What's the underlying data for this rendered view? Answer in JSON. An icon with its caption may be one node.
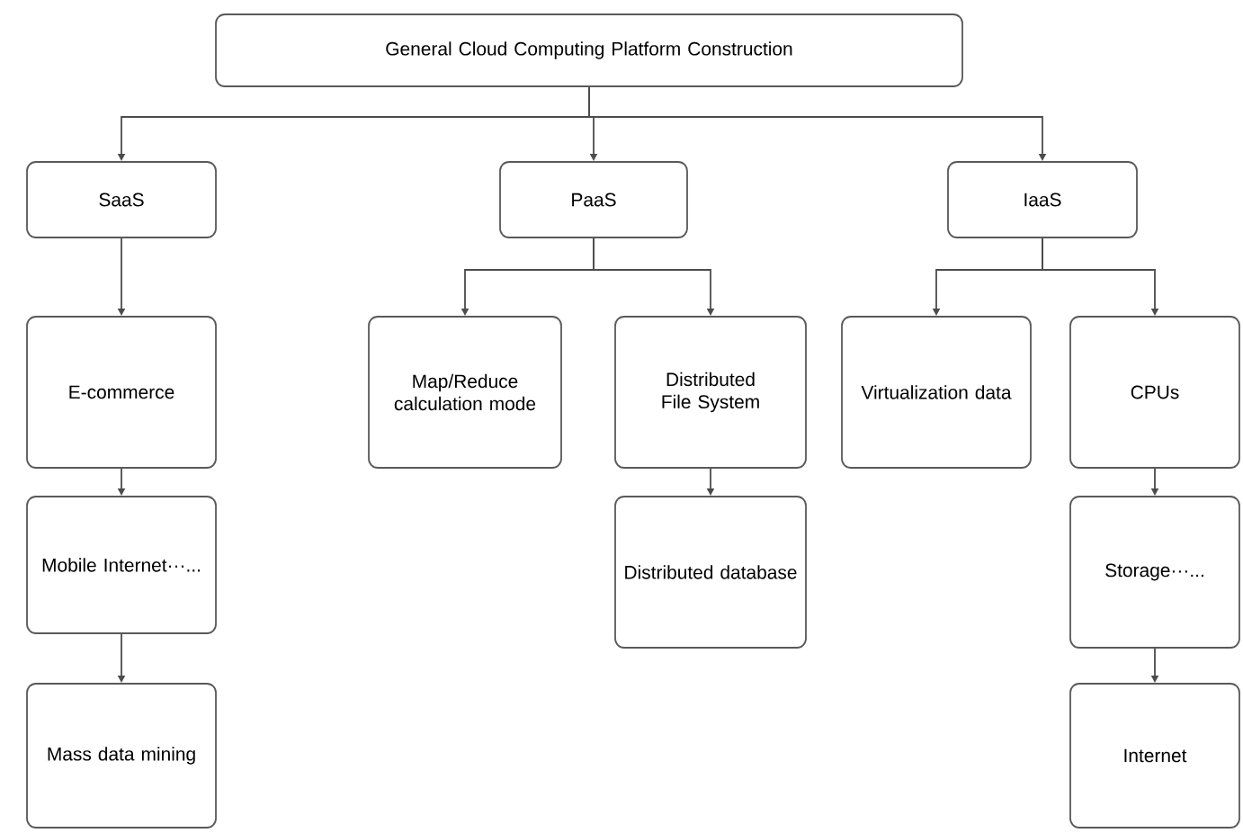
{
  "diagram": {
    "nodes": [
      {
        "text": [
          "General Cloud Computing Platform Construction"
        ]
      },
      {
        "text": [
          "SaaS"
        ]
      },
      {
        "text": [
          "PaaS"
        ]
      },
      {
        "text": [
          "IaaS"
        ]
      },
      {
        "text": [
          "E-commerce"
        ]
      },
      {
        "text": [
          "Mobile Internet···..."
        ]
      },
      {
        "text": [
          "Mass data mining"
        ]
      },
      {
        "text": [
          "Map/Reduce calculation mode"
        ]
      },
      {
        "text": [
          "Distributed File System"
        ]
      },
      {
        "text": [
          "Distributed database"
        ]
      },
      {
        "text": [
          "Virtualization data"
        ]
      },
      {
        "text": [
          "CPUs"
        ]
      },
      {
        "text": [
          "Storage···..."
        ]
      },
      {
        "text": [
          "Internet"
        ]
      }
    ],
    "edges": [
      {
        "from": 0,
        "to": 1,
        "arrow": "to"
      },
      {
        "from": 0,
        "to": 2,
        "arrow": "to"
      },
      {
        "from": 0,
        "to": 3,
        "arrow": "to"
      },
      {
        "from": 1,
        "to": 4,
        "arrow": "to"
      },
      {
        "from": 4,
        "to": 5,
        "arrow": "to"
      },
      {
        "from": 5,
        "to": 6,
        "arrow": "to"
      },
      {
        "from": 2,
        "to": 7,
        "arrow": "to"
      },
      {
        "from": 2,
        "to": 8,
        "arrow": "to"
      },
      {
        "from": 8,
        "to": 9,
        "arrow": "to"
      },
      {
        "from": 3,
        "to": 10,
        "arrow": "to"
      },
      {
        "from": 3,
        "to": 11,
        "arrow": "to"
      },
      {
        "from": 11,
        "to": 12,
        "arrow": "to"
      },
      {
        "from": 12,
        "to": 13,
        "arrow": "to"
      }
    ]
  }
}
